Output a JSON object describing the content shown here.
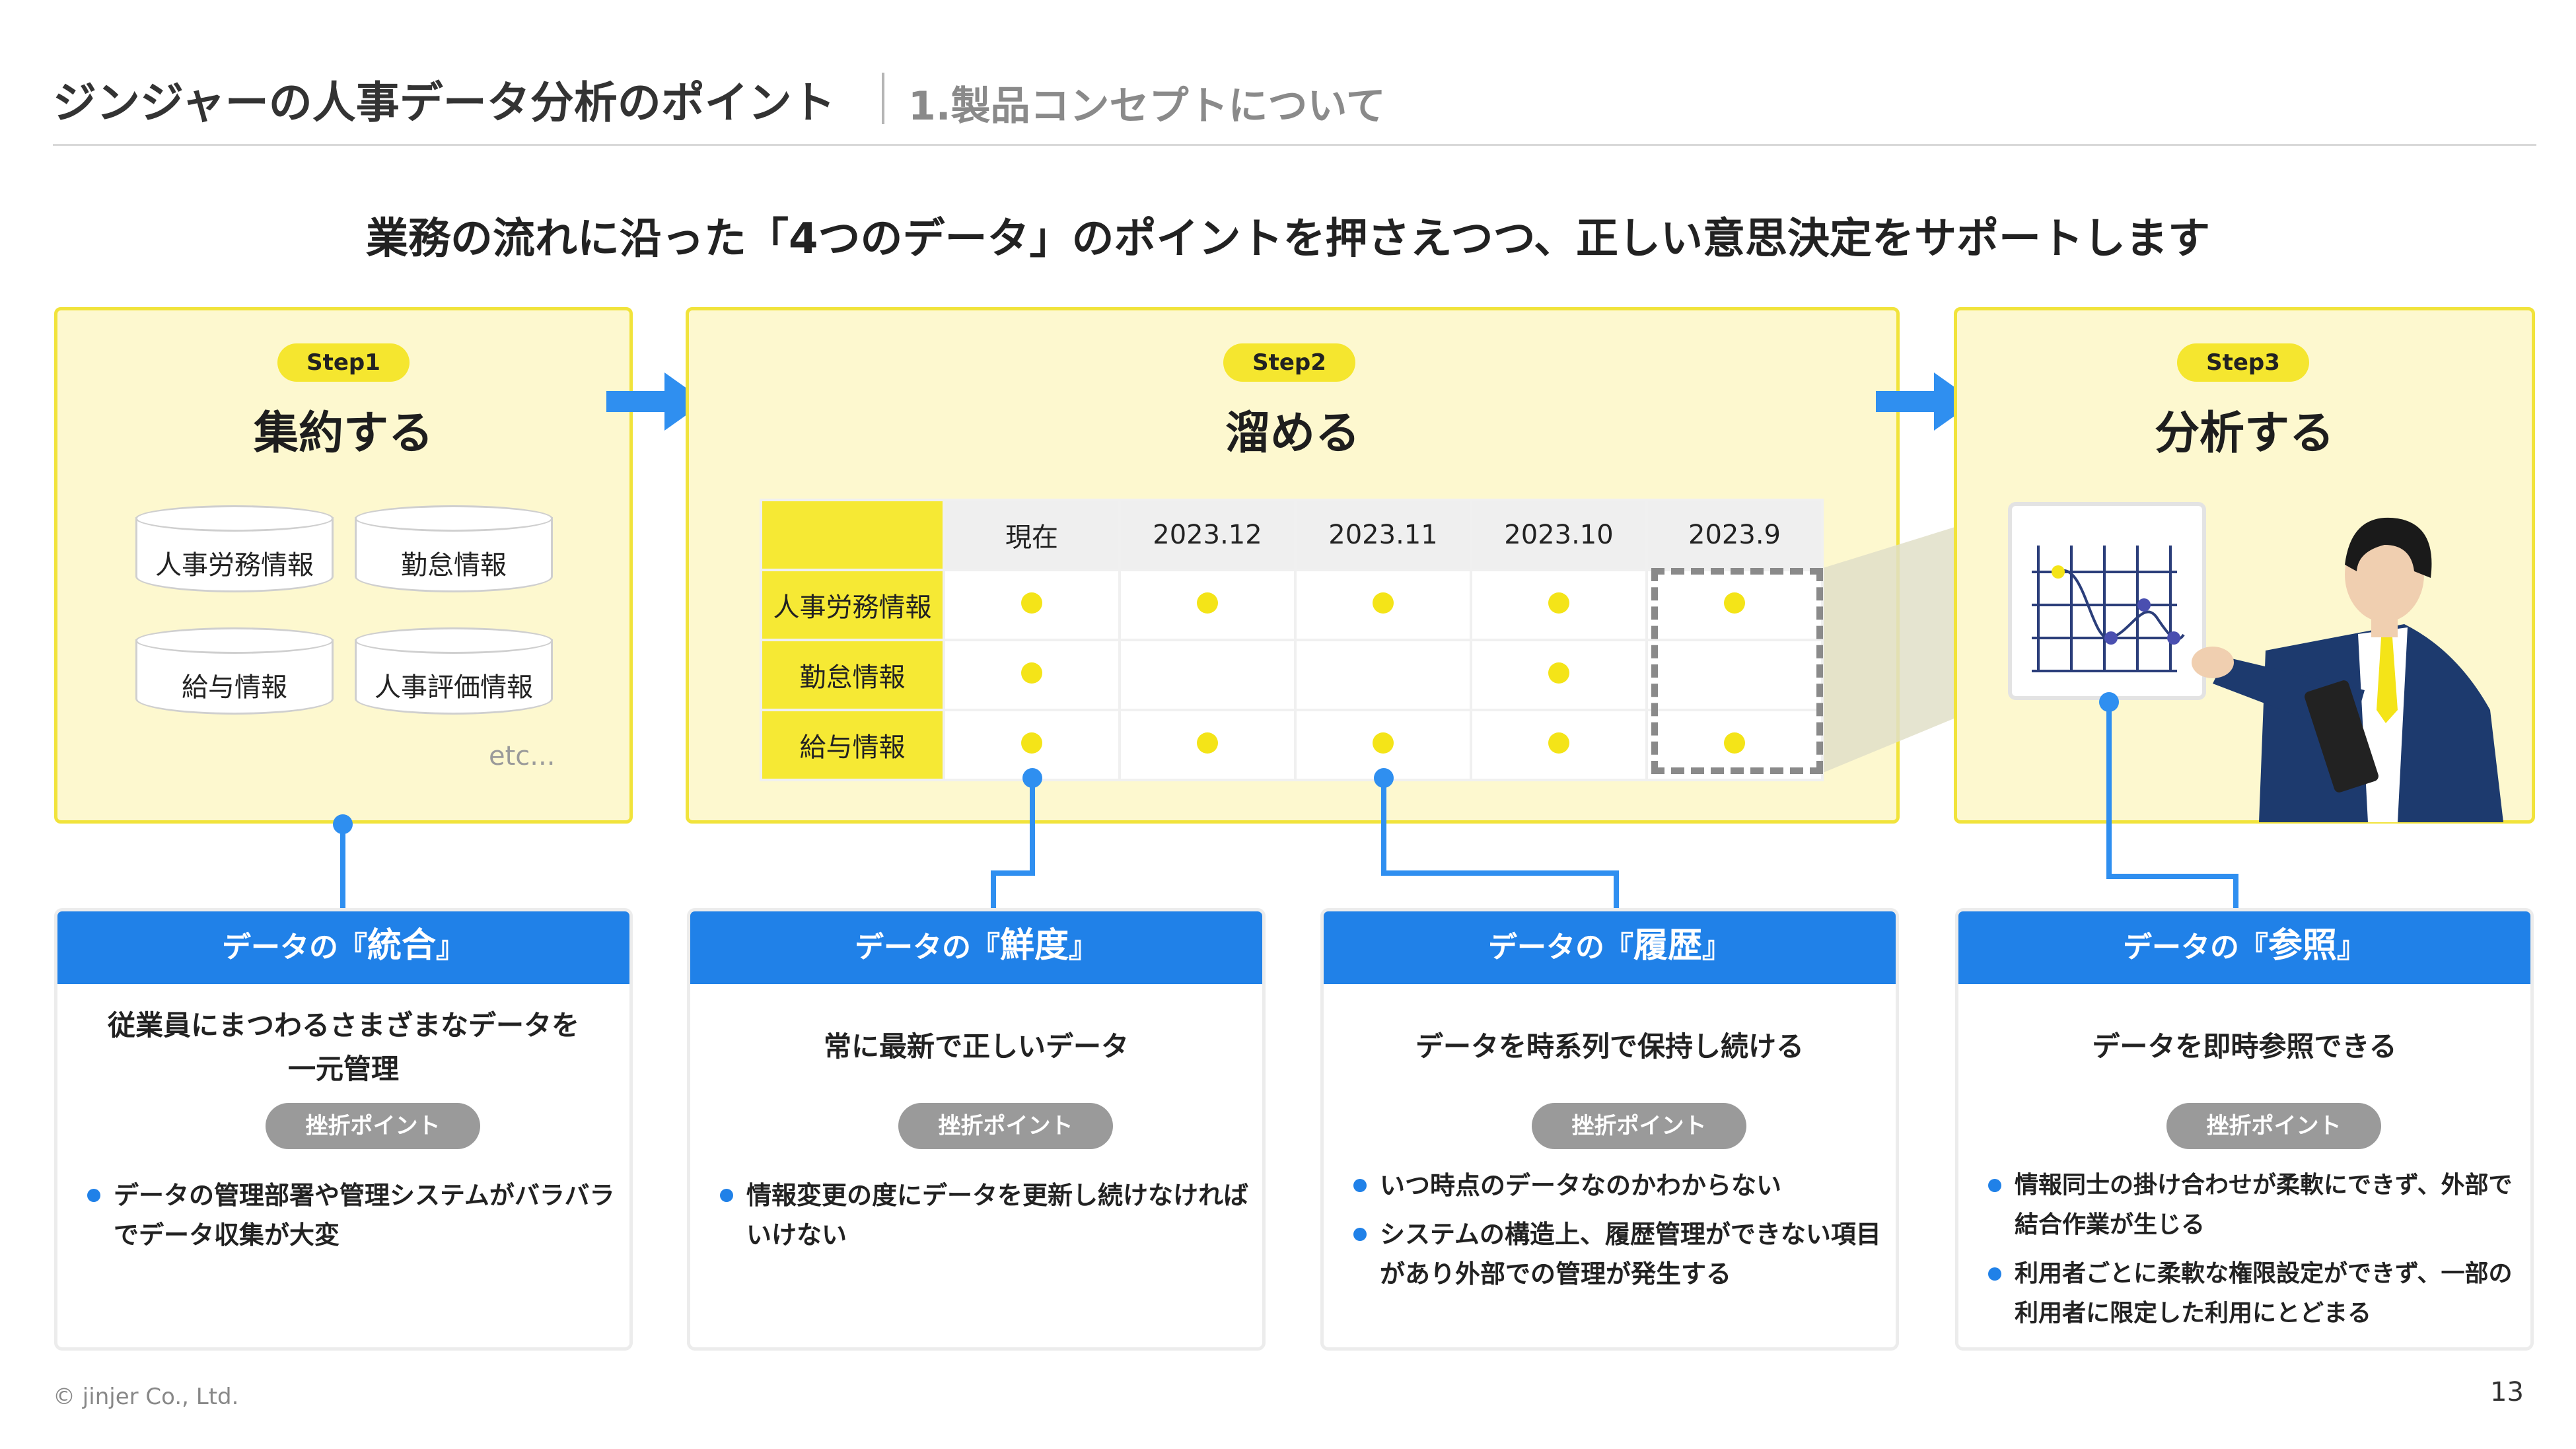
{
  "header": {
    "title": "ジンジャーの人事データ分析のポイント",
    "section": "1.製品コンセプトについて"
  },
  "lead": "業務の流れに沿った「4つのデータ」のポイントを押さえつつ、正しい意思決定をサポートします",
  "steps": [
    {
      "badge": "Step1",
      "title": "集約する"
    },
    {
      "badge": "Step2",
      "title": "溜める"
    },
    {
      "badge": "Step3",
      "title": "分析する"
    }
  ],
  "databases": [
    "人事労務情報",
    "勤怠情報",
    "給与情報",
    "人事評価情報"
  ],
  "databases_more": "etc...",
  "table": {
    "columns": [
      "現在",
      "2023.12",
      "2023.11",
      "2023.10",
      "2023.9"
    ],
    "rows": [
      {
        "label": "人事労務情報",
        "marks": [
          true,
          true,
          true,
          true,
          true
        ]
      },
      {
        "label": "勤怠情報",
        "marks": [
          true,
          false,
          false,
          true,
          false
        ]
      },
      {
        "label": "給与情報",
        "marks": [
          true,
          true,
          true,
          true,
          true
        ]
      }
    ]
  },
  "cards": [
    {
      "prefix": "データの『",
      "key": "統合",
      "suffix": "』",
      "desc": [
        "従業員にまつわるさまざまなデータを",
        "一元管理"
      ],
      "pill": "挫折ポイント",
      "bullets": [
        [
          "データの管理部署や管理システムがバラバラ",
          "でデータ収集が大変"
        ]
      ]
    },
    {
      "prefix": "データの『",
      "key": "鮮度",
      "suffix": "』",
      "desc": [
        "常に最新で正しいデータ"
      ],
      "pill": "挫折ポイント",
      "bullets": [
        [
          "情報変更の度にデータを更新し続けなければ",
          "いけない"
        ]
      ]
    },
    {
      "prefix": "データの『",
      "key": "履歴",
      "suffix": "』",
      "desc": [
        "データを時系列で保持し続ける"
      ],
      "pill": "挫折ポイント",
      "bullets": [
        [
          "いつ時点のデータなのかわからない"
        ],
        [
          "システムの構造上、履歴管理ができない項目",
          "があり外部での管理が発生する"
        ]
      ]
    },
    {
      "prefix": "データの『",
      "key": "参照",
      "suffix": "』",
      "desc": [
        "データを即時参照できる"
      ],
      "pill": "挫折ポイント",
      "bullets": [
        [
          "情報同士の掛け合わせが柔軟にできず、外部で",
          "結合作業が生じる"
        ],
        [
          "利用者ごとに柔軟な権限設定ができず、一部の",
          "利用者に限定した利用にとどまる"
        ]
      ]
    }
  ],
  "footer": {
    "copyright": "© jinjer Co., Ltd.",
    "page": "13"
  },
  "colors": {
    "accent_blue": "#2081e8",
    "panel_yellow": "#fdf8cf",
    "highlight_yellow": "#f5e62f"
  }
}
